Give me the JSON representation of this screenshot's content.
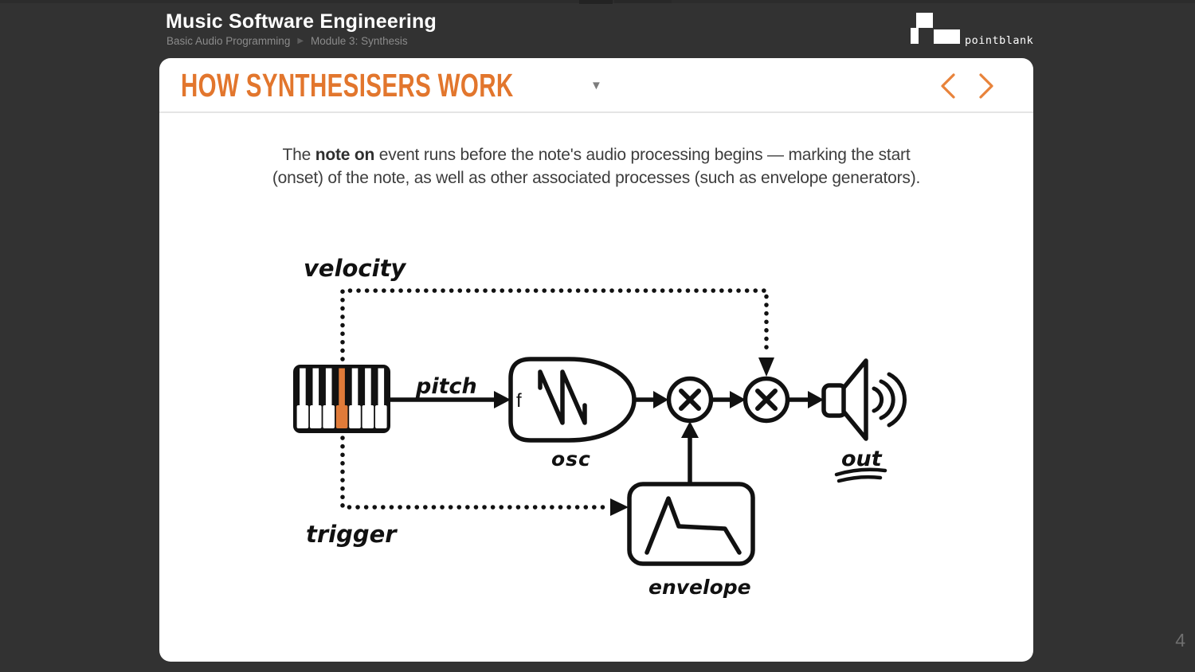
{
  "page": {
    "page_number": "4"
  },
  "header": {
    "title": "Music Software Engineering",
    "breadcrumb": {
      "course": "Basic Audio Programming",
      "separator": "▶",
      "module": "Module 3: Synthesis"
    },
    "logo": {
      "text": "pointblank"
    }
  },
  "slide": {
    "title": "HOW SYNTHESISERS WORK",
    "dropdown_icon": "▼",
    "body": {
      "line1_pre": "The ",
      "line1_bold": "note on",
      "line1_rest": " event runs before the note's audio processing begins — marking the start",
      "line2": "(onset) of the note, as well as other associated processes (such as envelope generators)."
    }
  },
  "diagram": {
    "labels": {
      "velocity": "velocity",
      "pitch": "pitch",
      "osc": "osc",
      "trigger": "trigger",
      "envelope": "envelope",
      "out": "out",
      "freq_input": "f"
    },
    "nodes": [
      "keyboard",
      "oscillator",
      "multiplier-1",
      "multiplier-2",
      "speaker",
      "envelope-generator"
    ],
    "icons": [
      "piano-keyboard-icon",
      "sawtooth-wave-icon",
      "multiply-icon",
      "speaker-icon",
      "adsr-envelope-icon"
    ]
  },
  "nav_icons": {
    "prev": "chevron-left",
    "next": "chevron-right"
  },
  "colors": {
    "background": "#323232",
    "slide_background": "#FFFFFF",
    "accent_orange": "#E2762D",
    "key_highlight": "#E07B39",
    "diagram_ink": "#111111",
    "body_text": "#3D3D3D",
    "muted_text": "#8B8B8B"
  }
}
